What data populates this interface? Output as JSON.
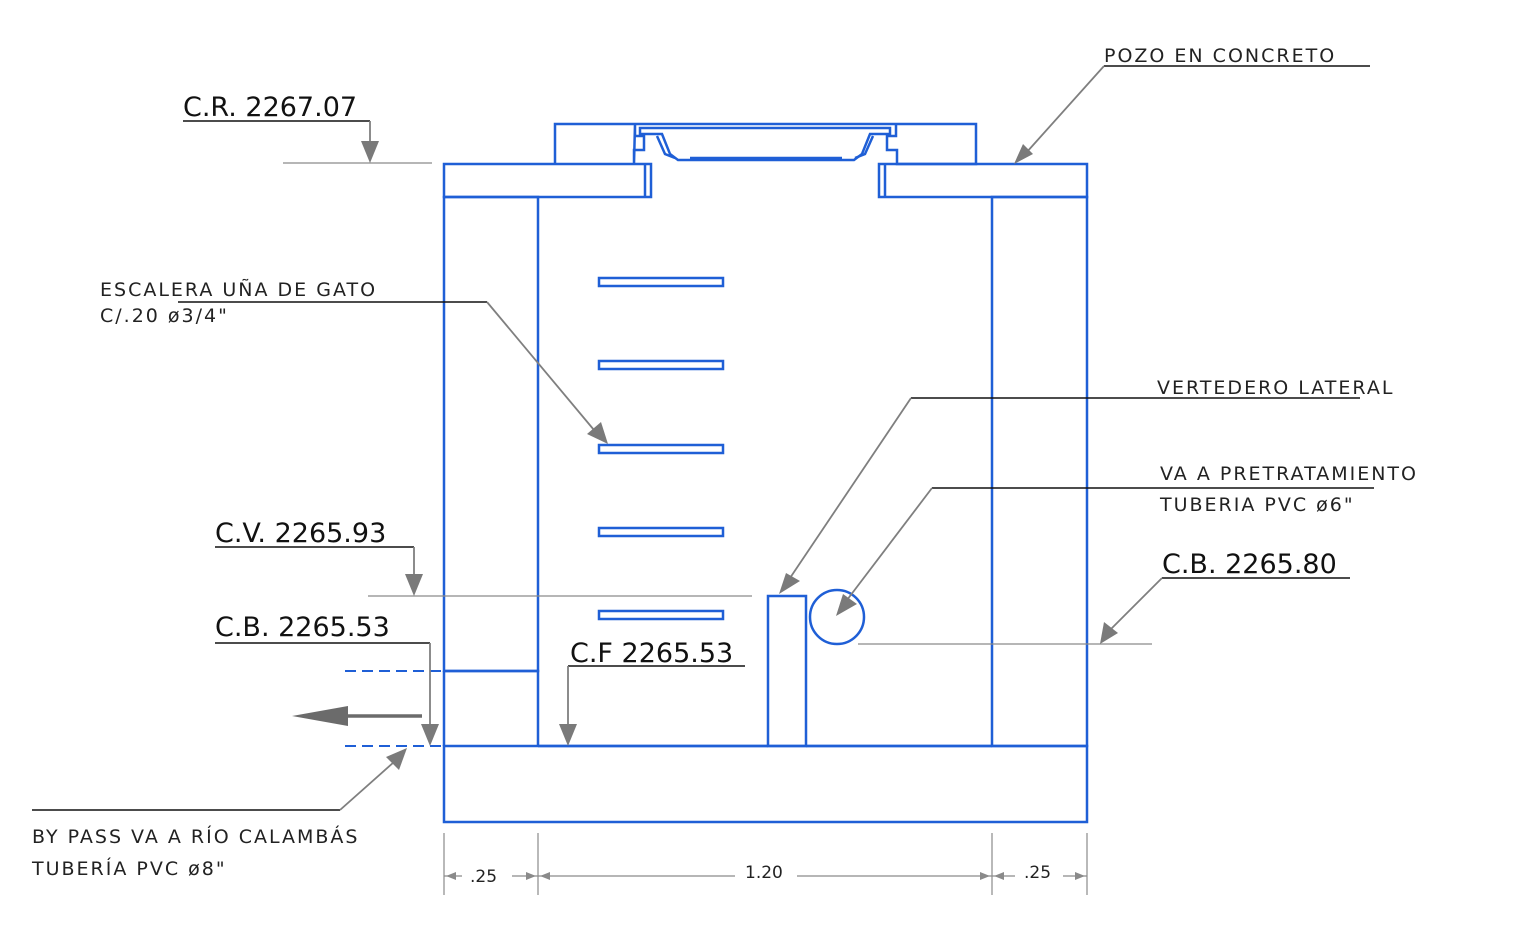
{
  "labels": {
    "pozo": "POZO EN CONCRETO",
    "cr": "C.R. 2267.07",
    "escalera_1": "ESCALERA UÑA DE GATO",
    "escalera_2": "C/.20 ø3/4\"",
    "vertedero": "VERTEDERO LATERAL",
    "va_pre_1": "VA A PRETRATAMIENTO",
    "va_pre_2": "TUBERIA PVC ø6\"",
    "cv": "C.V. 2265.93",
    "cb_right": "C.B. 2265.80",
    "cb_left": "C.B. 2265.53",
    "cf": "C.F 2265.53",
    "bypass_1": "BY PASS VA A RÍO CALAMBÁS",
    "bypass_2": "TUBERÍA PVC ø8\""
  },
  "dimensions": {
    "left": ".25",
    "center": "1.20",
    "right": ".25"
  },
  "colors": {
    "structure": "#1f5fd6",
    "leader": "#7f7f7f",
    "text": "#111111",
    "concrete_fill": "#f4f4f4"
  }
}
